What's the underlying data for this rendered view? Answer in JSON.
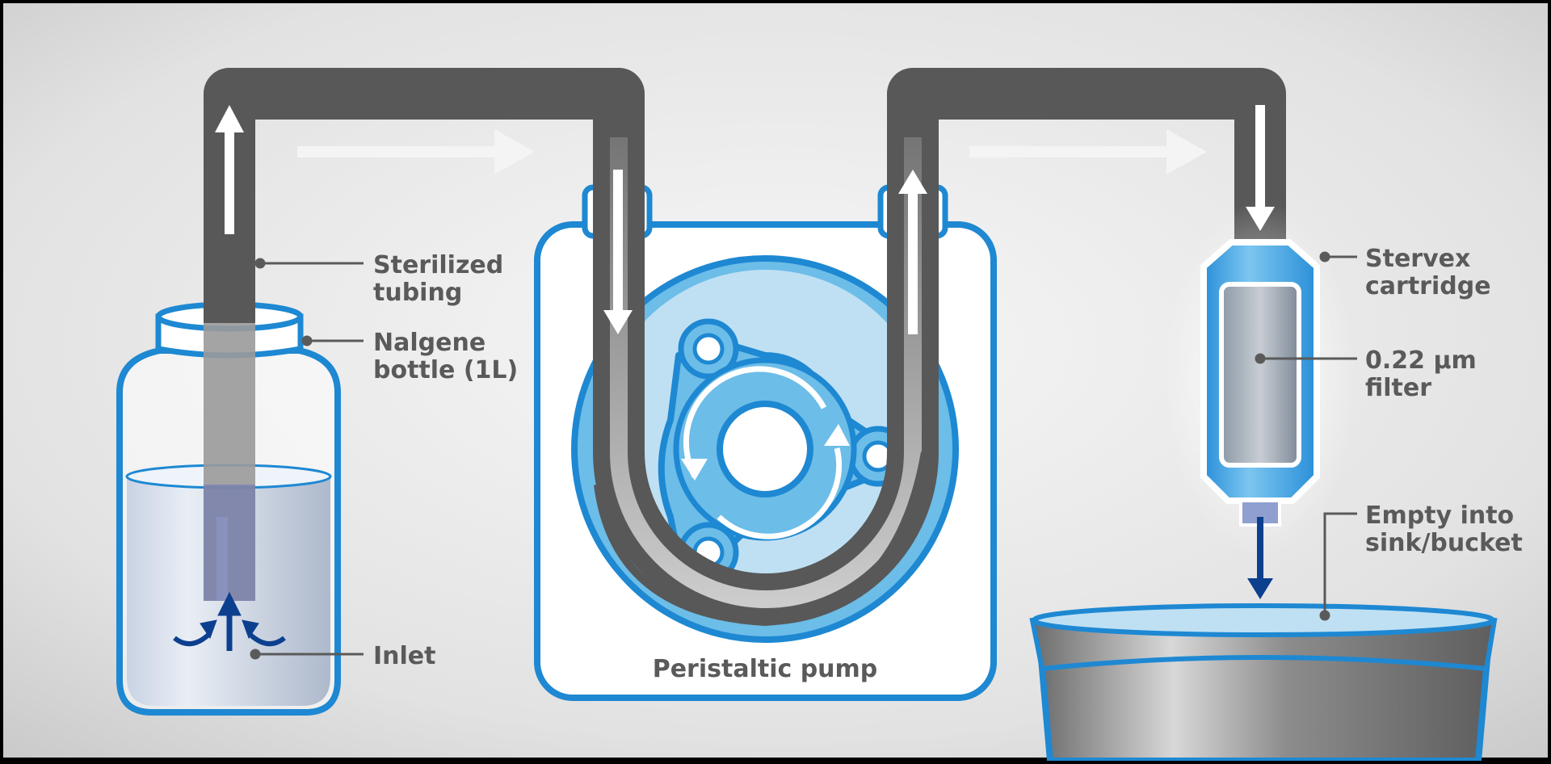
{
  "labels": {
    "tubing_line1": "Sterilized",
    "tubing_line2": "tubing",
    "bottle_line1": "Nalgene",
    "bottle_line2": "bottle (1L)",
    "inlet": "Inlet",
    "pump": "Peristaltic pump",
    "cartridge_line1": "Stervex",
    "cartridge_line2": "cartridge",
    "filter_line1": "0.22 µm",
    "filter_line2": "filter",
    "empty_line1": "Empty into",
    "empty_line2": "sink/bucket"
  },
  "colors": {
    "tube": "#585858",
    "accent_blue": "#1e88d2",
    "light_blue": "#6cbde8",
    "pale_blue": "#bfe0f3",
    "arrow_dark": "#0d3f8f",
    "label": "#5a5a5a",
    "background": "#e6e6e6"
  },
  "icons": [
    "flow-arrow-icon",
    "rotation-arrow-icon",
    "inlet-flow-icon"
  ]
}
